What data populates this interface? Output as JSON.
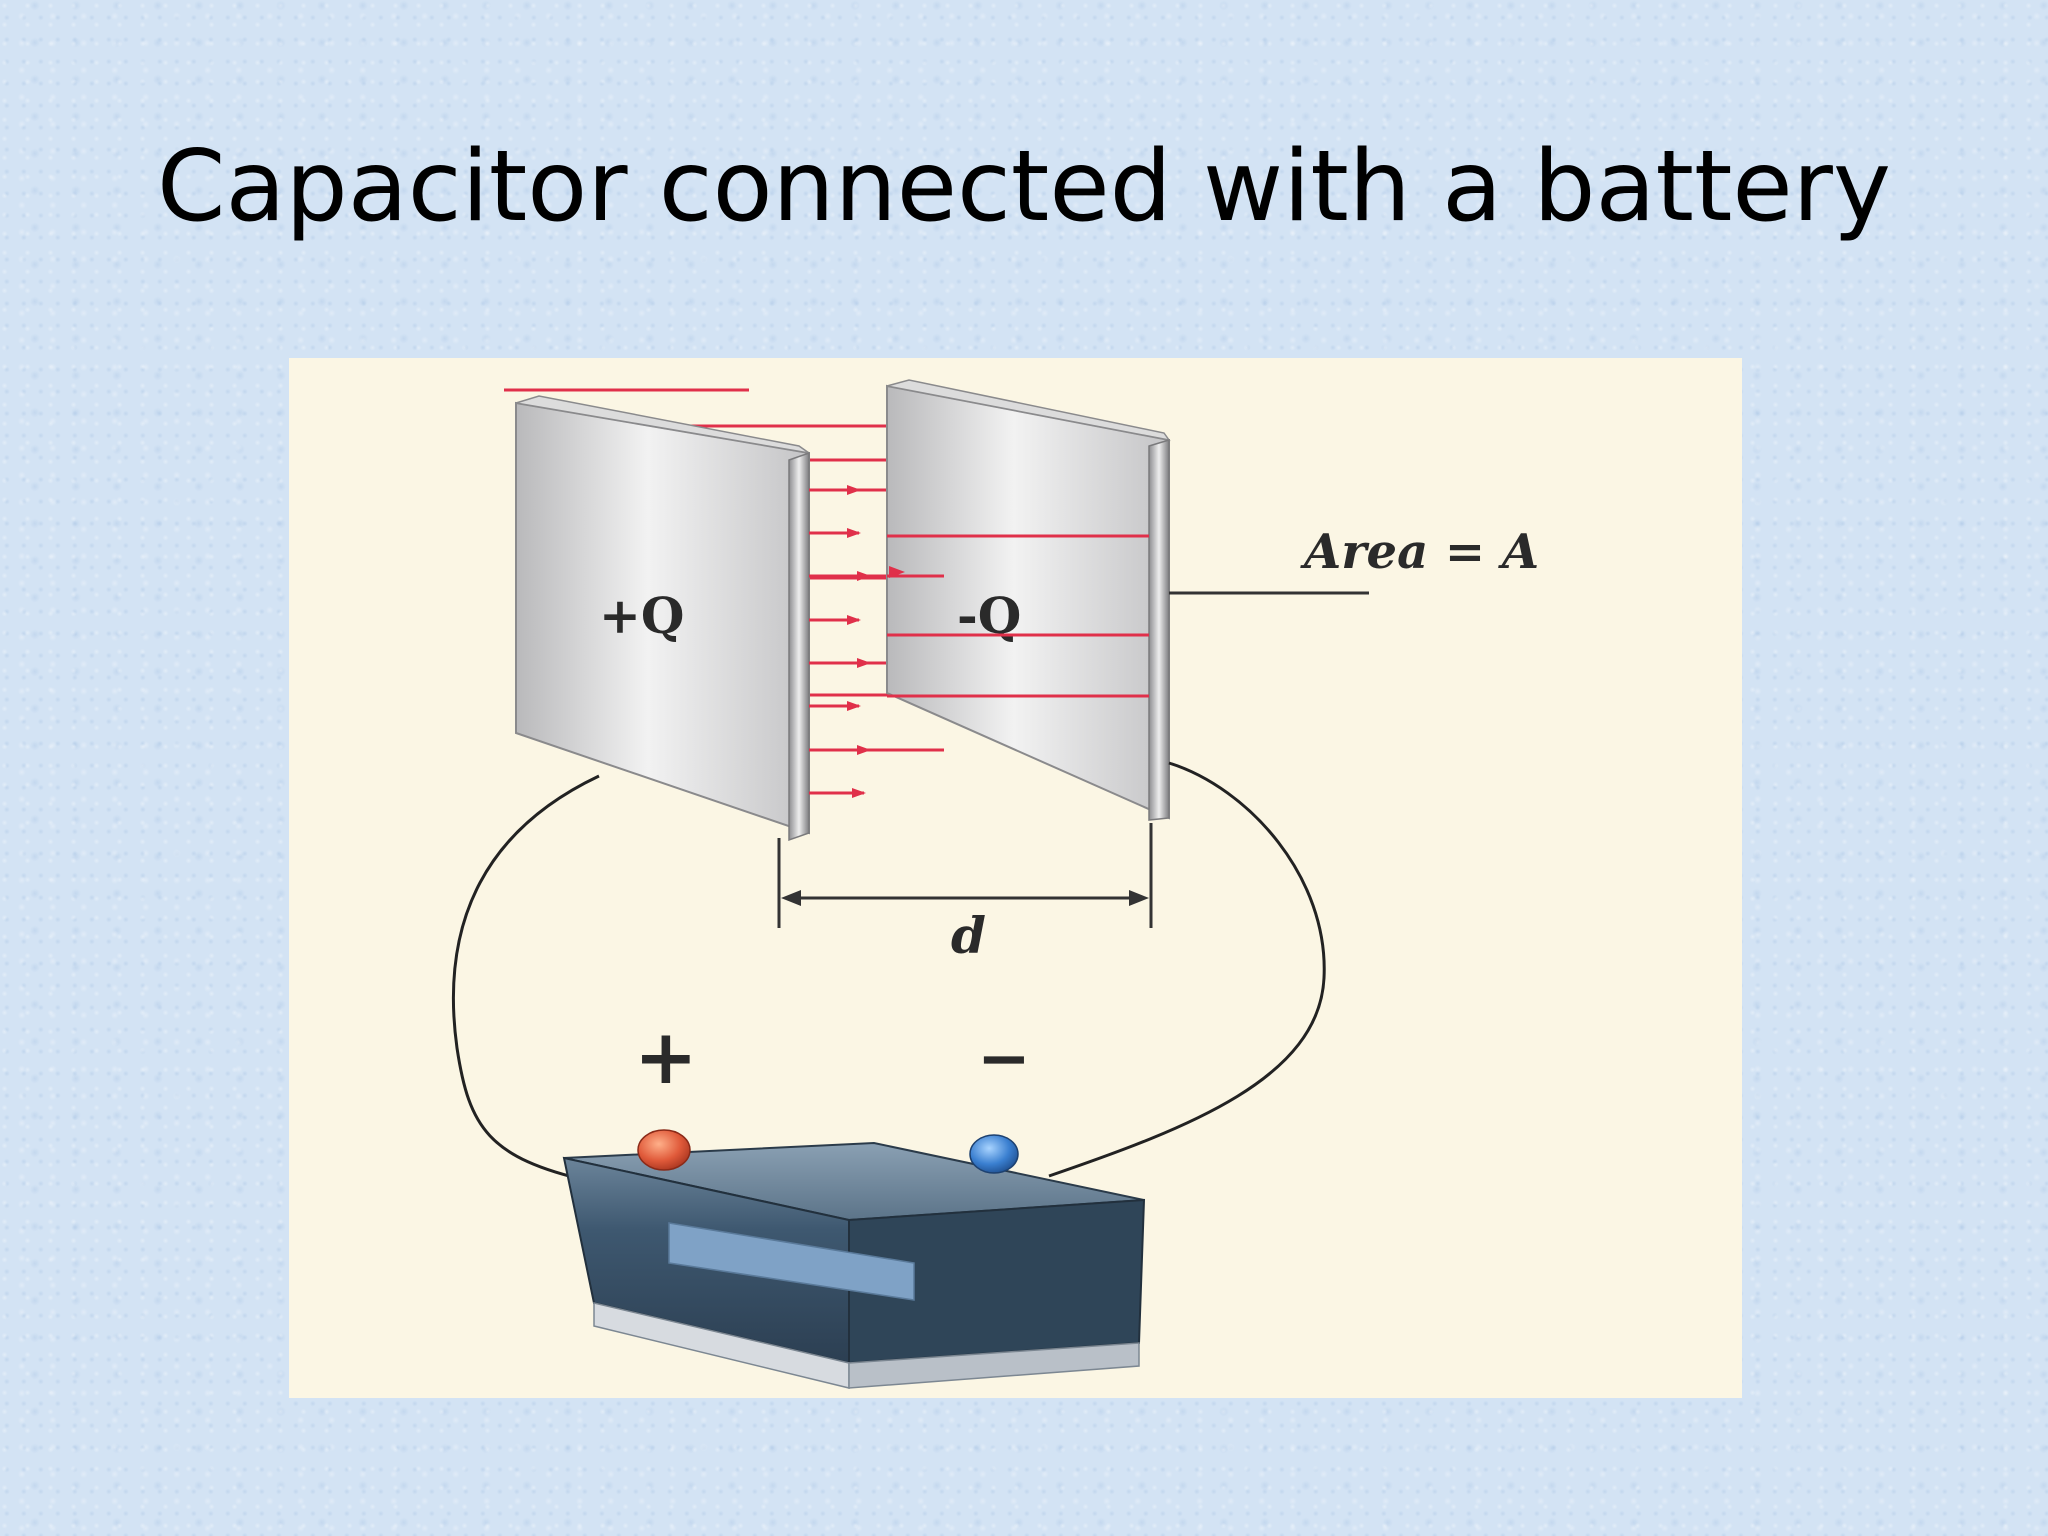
{
  "title": "Capacitor connected with a battery",
  "diagram": {
    "plus_plate_label": "+Q",
    "minus_plate_label": "-Q",
    "area_label": "Area = A",
    "distance_label": "d",
    "battery_plus_label": "+",
    "battery_minus_label": "−"
  },
  "colors": {
    "field_lines": "#e0304a",
    "panel_background": "#fbf6e4",
    "positive_terminal": "#e05a3a",
    "negative_terminal": "#3a7fd0",
    "battery_body": "#3e5870"
  }
}
